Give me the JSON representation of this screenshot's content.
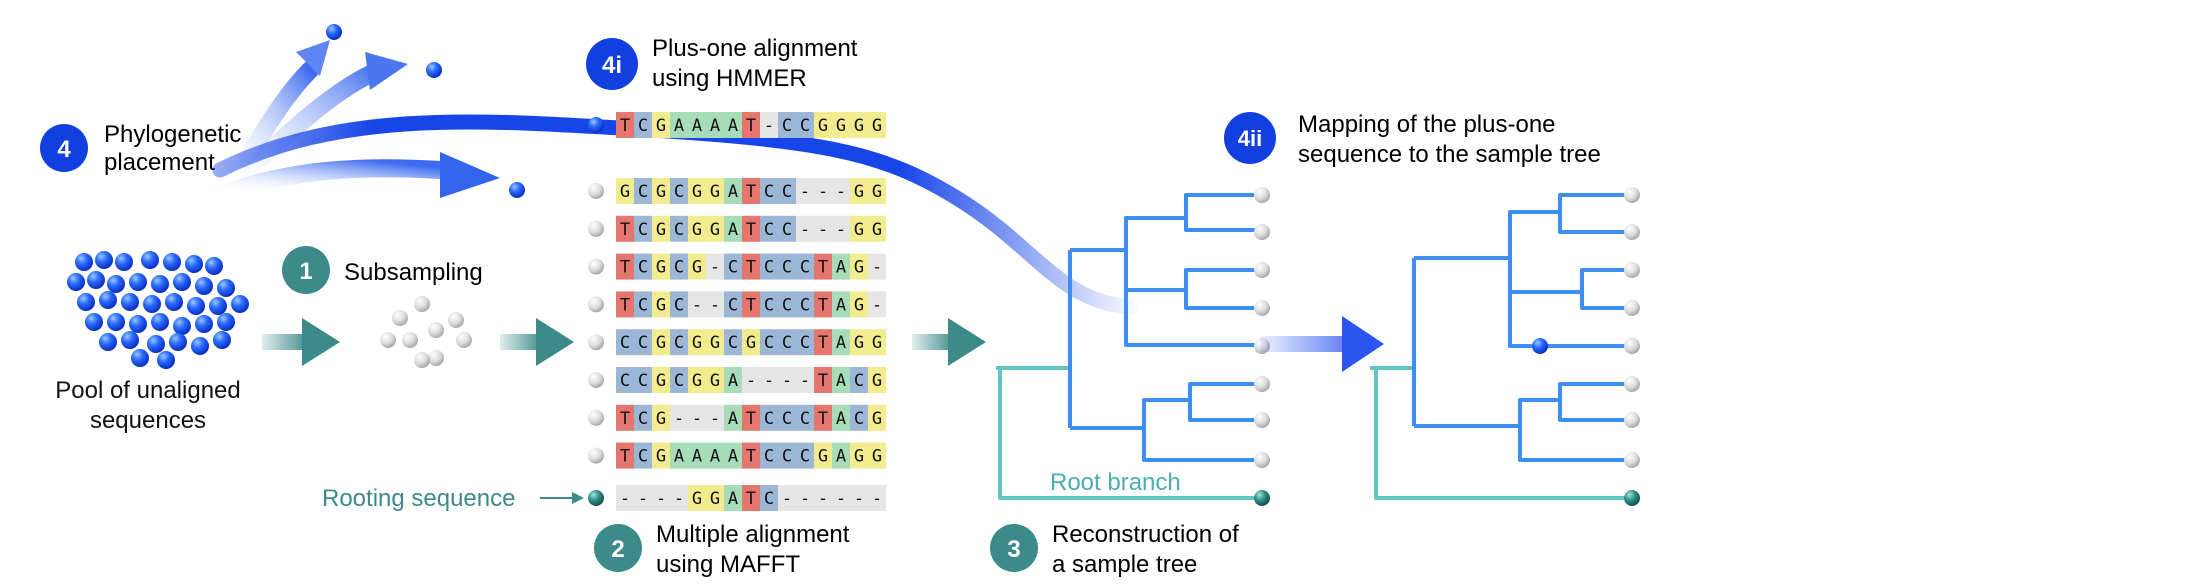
{
  "palette": {
    "A": "#a6dcb8",
    "C": "#9cb7d6",
    "G": "#f3ec8e",
    "T": "#e4766e",
    "-": "#e6e6e6",
    "blue": "#1240e0",
    "blue_mid": "#4f86ea",
    "teal": "#3c8a89",
    "teal_light": "#61c7c5",
    "grey": "#c9c9c9"
  },
  "steps": {
    "step4": {
      "badge": "4",
      "line1": "Phylogenetic",
      "line2": "placement"
    },
    "step1": {
      "badge": "1",
      "line1": "Subsampling"
    },
    "step4i": {
      "badge": "4i",
      "line1": "Plus-one alignment",
      "line2": "using HMMER"
    },
    "step2": {
      "badge": "2",
      "line1": "Multiple alignment",
      "line2": "using MAFFT"
    },
    "step3": {
      "badge": "3",
      "line1": "Reconstruction of",
      "line2": "a sample tree"
    },
    "step4ii": {
      "badge": "4ii",
      "line1": "Mapping of the plus-one",
      "line2": "sequence to the sample tree"
    }
  },
  "pool_label": {
    "line1": "Pool of unaligned",
    "line2": "sequences"
  },
  "rooting_label": "Rooting sequence",
  "root_branch_label": "Root branch",
  "query_sequence": "TCGAAAAT-CCGGGG",
  "sample_sequences": [
    "GCGCGGATCC---GG",
    "TCGCGGATCC---GG",
    "TCGCG-CTCCCTAG-",
    "TCGC--CTCCCTAG-",
    "CCGCGGCGCCCTAGG",
    "CCGCGGA----TACG",
    "TCG---ATCCCTACG",
    "TCGAAAATCCCGAGG"
  ],
  "rooting_sequence": "----GGATC------"
}
